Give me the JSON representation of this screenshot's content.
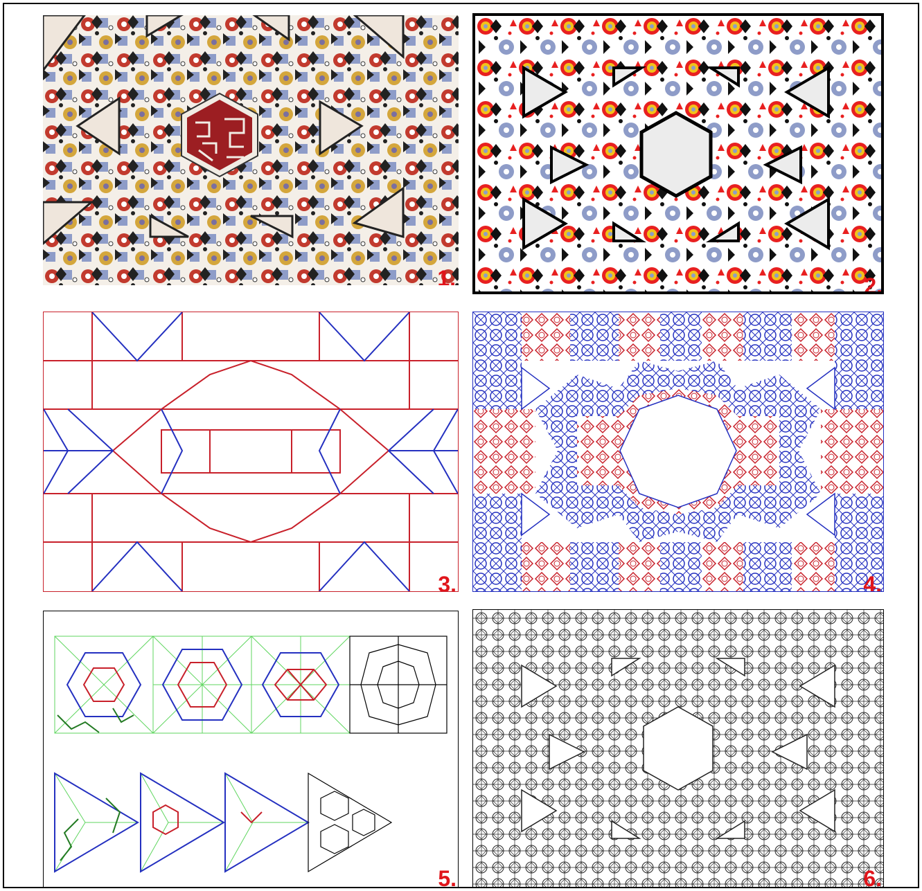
{
  "panels": [
    {
      "label": "1."
    },
    {
      "label": "2."
    },
    {
      "label": "3."
    },
    {
      "label": "4."
    },
    {
      "label": "5."
    },
    {
      "label": "6."
    }
  ],
  "colors": {
    "label": "#e0151b",
    "tile_red": "#c8202a",
    "tile_blue": "#2430c0",
    "mosaic_blue": "#8e9cc8",
    "mosaic_yellow": "#f2c21a",
    "construction_green": "#5fd65f",
    "construction_darkgreen": "#237a23",
    "parchment": "#efe6dc"
  },
  "icons": [
    "photo-mosaic",
    "colored-reconstruction",
    "polygon-subdivision",
    "fine-subdivision",
    "construction-steps",
    "final-line-pattern"
  ]
}
